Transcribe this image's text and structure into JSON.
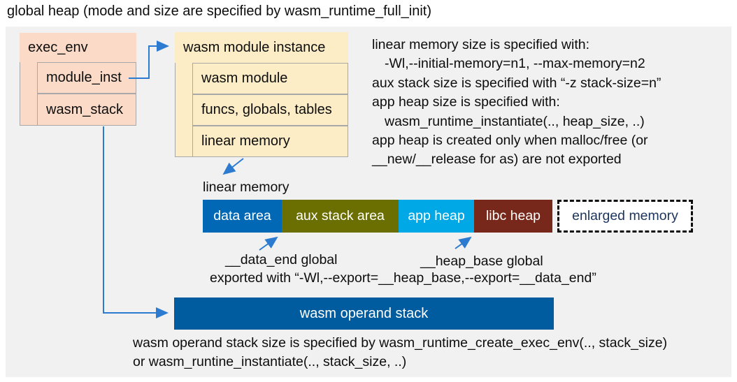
{
  "title": "global heap (mode and size are specified by wasm_runtime_full_init)",
  "exec_env": {
    "header": "exec_env",
    "rows": [
      "module_inst",
      "wasm_stack"
    ]
  },
  "module_instance": {
    "header": "wasm module instance",
    "rows": [
      "wasm module",
      "funcs, globals, tables",
      "linear memory"
    ]
  },
  "notes": {
    "lines": [
      "linear memory size is specified with:",
      "-Wl,--initial-memory=n1, --max-memory=n2",
      "aux stack size is specified with “-z stack-size=n”",
      "app heap size is specified with:",
      "wasm_runtime_instantiate(.., heap_size, ..)",
      "app heap is created only when malloc/free (or",
      "__new/__release for as) are not exported"
    ]
  },
  "linear_memory": {
    "label": "linear memory",
    "segments": [
      {
        "label": "data area",
        "color": "#0068b5"
      },
      {
        "label": "aux stack area",
        "color": "#6b6e00"
      },
      {
        "label": "app heap",
        "color": "#00a9e6"
      },
      {
        "label": "libc heap",
        "color": "#78281a"
      }
    ],
    "enlarged": {
      "label": "enlarged memory",
      "text_color": "#1c355e"
    }
  },
  "annotations": {
    "data_end": "__data_end global",
    "heap_base": "__heap_base global",
    "exported": "exported with “-Wl,--export=__heap_base,--export=__data_end”"
  },
  "operand_stack": {
    "label": "wasm operand stack",
    "color": "#005c9e"
  },
  "footer": {
    "lines": [
      "wasm operand stack size is specified by wasm_runtime_create_exec_env(.., stack_size)",
      "or wasm_runtine_instantiate(.., stack_size, ..)"
    ]
  },
  "colors": {
    "panel_bg": "#f1f1f2",
    "exec_env_fill": "#fbdac7",
    "module_instance_fill": "#fcedc6",
    "box_border": "#a8a8a8",
    "arrow": "#2c7bd0",
    "enlarged_border": "#0c0c0c"
  }
}
